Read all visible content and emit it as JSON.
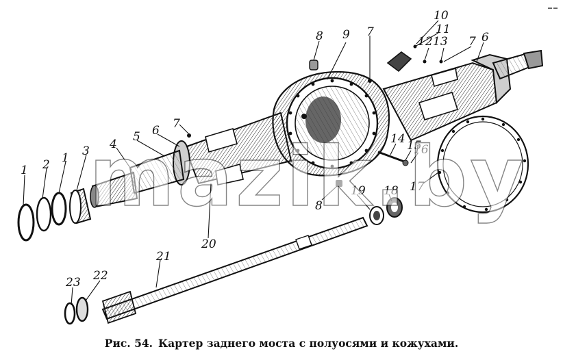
{
  "caption": {
    "figure_ref": "Рис. 54.",
    "title": "Картер заднего моста с полуосями и кожухами."
  },
  "watermark": "mazik.by",
  "callouts": [
    "1",
    "2",
    "1",
    "3",
    "4",
    "5",
    "6",
    "7",
    "8",
    "9",
    "7",
    "10",
    "11",
    "12",
    "13",
    "7",
    "6",
    "14",
    "15",
    "16",
    "17",
    "19",
    "18",
    "8",
    "20",
    "21",
    "23",
    "22"
  ],
  "colors": {
    "ink": "#111111",
    "paper": "#ffffff",
    "shade": "#555555"
  }
}
